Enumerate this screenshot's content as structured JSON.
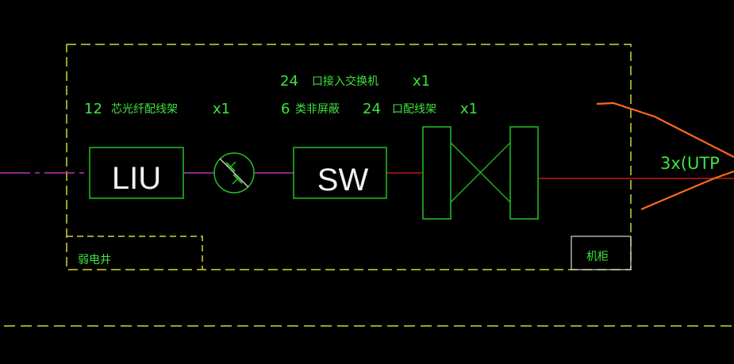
{
  "labels": {
    "fiber_panel_count": "12",
    "fiber_panel_name": "芯光纤配线架",
    "fiber_panel_qty": "x1",
    "switch_count": "24",
    "switch_name": "口接入交换机",
    "switch_qty": "x1",
    "patch_type": "6",
    "patch_name": "类非屏蔽",
    "patch_count": "24",
    "patch_name2": "口配线架",
    "patch_qty": "x1",
    "liu": "LIU",
    "sw": "SW",
    "utp": "3x(UTP",
    "shaft": "弱电井",
    "cabinet": "机柜"
  },
  "colors": {
    "background": "#000000",
    "text_green": "#3fe33f",
    "box_green": "#22c322",
    "dashed_yellow": "#d6d62a",
    "fiber_magenta": "#c030c0",
    "copper_red": "#c01818",
    "cable_orange": "#ff6a1a",
    "box_text": "#f2f2f2"
  }
}
